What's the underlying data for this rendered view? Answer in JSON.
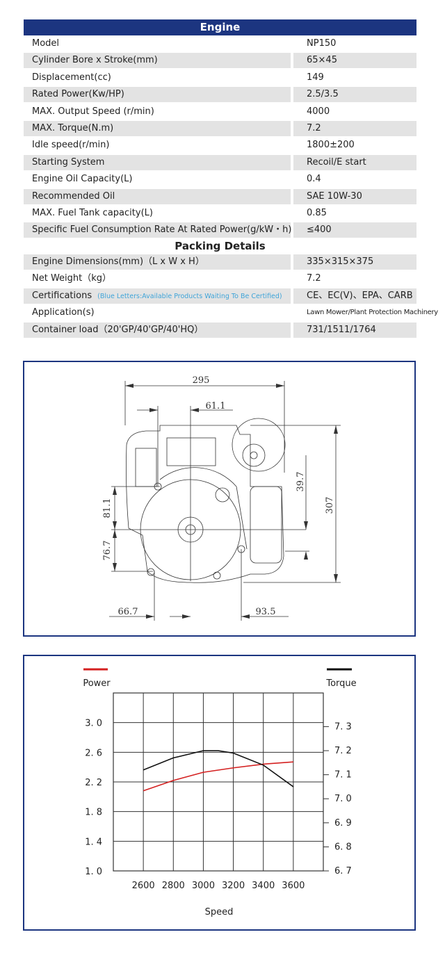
{
  "engine": {
    "title": "Engine",
    "rows": [
      {
        "label": "Model",
        "value": "NP150"
      },
      {
        "label": "Cylinder Bore x Stroke(mm)",
        "value": "65×45"
      },
      {
        "label": "Displacement(cc)",
        "value": "149"
      },
      {
        "label": "Rated Power(Kw/HP)",
        "value": "2.5/3.5"
      },
      {
        "label": "MAX. Output Speed (r/min)",
        "value": "4000"
      },
      {
        "label": "MAX. Torque(N.m)",
        "value": "7.2"
      },
      {
        "label": "Idle speed(r/min)",
        "value": "1800±200"
      },
      {
        "label": "Starting System",
        "value": "Recoil/E start"
      },
      {
        "label": "Engine Oil Capacity(L)",
        "value": "0.4"
      },
      {
        "label": "Recommended Oil",
        "value": "SAE 10W-30"
      },
      {
        "label": "MAX. Fuel Tank capacity(L)",
        "value": "0.85"
      },
      {
        "label": "Specific Fuel Consumption Rate At Rated Power(g/kW・h)",
        "value": "≤400"
      }
    ]
  },
  "packing": {
    "title": "Packing Details",
    "rows": [
      {
        "label": "Engine Dimensions(mm)（L x W x H）",
        "value": "335×315×375"
      },
      {
        "label": "Net Weight（kg）",
        "value": "7.2"
      },
      {
        "label": "Certifications",
        "note": "(Blue Letters:Available Products Waiting To Be Certified)",
        "value": "CE、EC(Ⅴ)、EPA、CARB"
      },
      {
        "label": "Application(s)",
        "value": "Lawn Mower/Plant Protection Machinery"
      },
      {
        "label": "Container load（20'GP/40'GP/40'HQ）",
        "value": "731/1511/1764"
      }
    ]
  },
  "drawing": {
    "dimensions": {
      "overall_width": "295",
      "offset_top": "61.1",
      "right_height": "39.7",
      "overall_height": "307",
      "left_upper": "81.1",
      "left_lower": "76.7",
      "bottom_left": "66.7",
      "bottom_right": "93.5"
    }
  },
  "chart_data": {
    "type": "line",
    "xlabel": "Speed",
    "x_ticks": [
      "2600",
      "2800",
      "3000",
      "3200",
      "3400",
      "3600"
    ],
    "xlim": [
      2400,
      3800
    ],
    "left_axis": {
      "label": "Power",
      "ticks": [
        "3. 0",
        "2. 6",
        "2. 2",
        "1. 8",
        "1. 4",
        "1. 0"
      ],
      "tick_values": [
        3.0,
        2.6,
        2.2,
        1.8,
        1.4,
        1.0
      ],
      "ylim": [
        1.0,
        3.4
      ]
    },
    "right_axis": {
      "label": "Torque",
      "ticks": [
        "7. 3",
        "7. 2",
        "7. 1",
        "7. 0",
        "6. 9",
        "6. 8",
        "6. 7"
      ],
      "tick_values": [
        7.3,
        7.2,
        7.1,
        7.0,
        6.9,
        6.8,
        6.7
      ],
      "ylim": [
        6.7,
        7.44
      ]
    },
    "grid": true,
    "series": [
      {
        "name": "Power",
        "axis": "left",
        "color": "#d42020",
        "x": [
          2600,
          2800,
          3000,
          3200,
          3400,
          3600
        ],
        "y": [
          2.08,
          2.22,
          2.33,
          2.39,
          2.44,
          2.47
        ]
      },
      {
        "name": "Torque",
        "axis": "right",
        "color": "#111111",
        "x": [
          2600,
          2800,
          3000,
          3100,
          3200,
          3400,
          3600
        ],
        "y": [
          7.12,
          7.17,
          7.2,
          7.2,
          7.19,
          7.14,
          7.05
        ]
      }
    ]
  },
  "colors": {
    "header_bg": "#1c3580",
    "row_alt": "#e3e3e3",
    "note": "#3fa4d8",
    "border": "#1c3580"
  }
}
